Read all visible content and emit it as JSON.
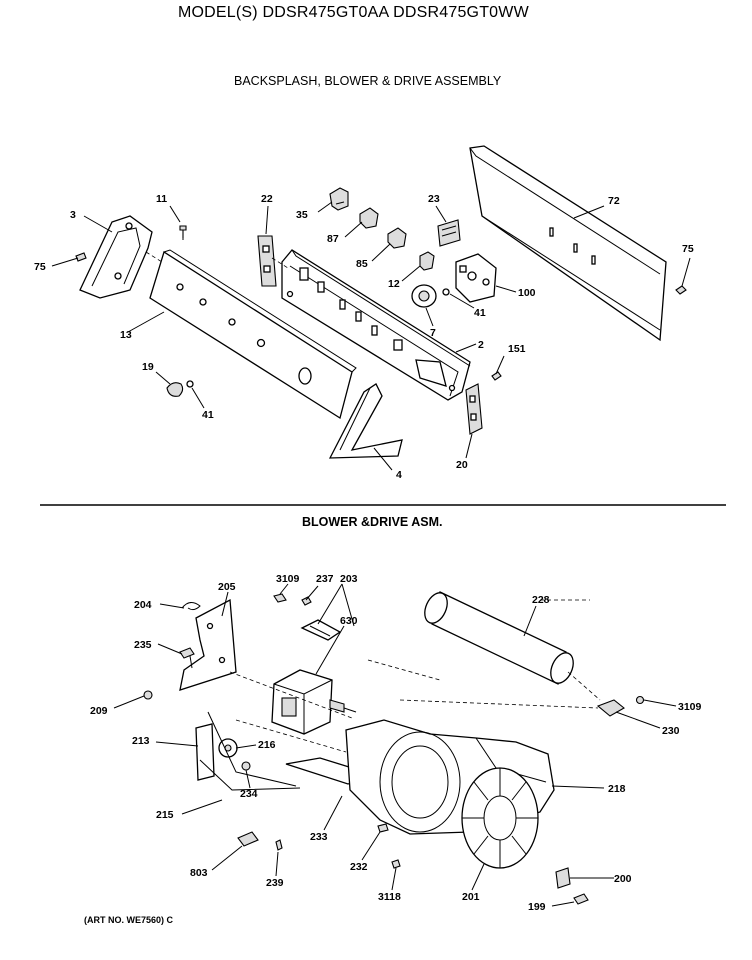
{
  "header": {
    "model": "MODEL(S) DDSR475GT0AA  DDSR475GT0WW",
    "section1": "BACKSPLASH, BLOWER & DRIVE ASSEMBLY",
    "section2": "BLOWER &DRIVE ASM.",
    "art_no": "(ART NO. WE7560) C"
  },
  "callouts": {
    "c11": "11",
    "c3": "3",
    "c75a": "75",
    "c13": "13",
    "c19": "19",
    "c41a": "41",
    "c22": "22",
    "c35": "35",
    "c87": "87",
    "c85": "85",
    "c23": "23",
    "c12": "12",
    "c7": "7",
    "c41b": "41",
    "c100": "100",
    "c72": "72",
    "c75b": "75",
    "c2": "2",
    "c151": "151",
    "c4": "4",
    "c20": "20",
    "c205": "205",
    "c204": "204",
    "c235": "235",
    "c209": "209",
    "c3109a": "3109",
    "c237": "237",
    "c203": "203",
    "c630": "630",
    "c228": "228",
    "c3109b": "3109",
    "c230": "230",
    "c213": "213",
    "c216": "216",
    "c234": "234",
    "c215": "215",
    "c218": "218",
    "c233": "233",
    "c232": "232",
    "c803": "803",
    "c239": "239",
    "c3118": "3118",
    "c201": "201",
    "c200": "200",
    "c199": "199"
  }
}
